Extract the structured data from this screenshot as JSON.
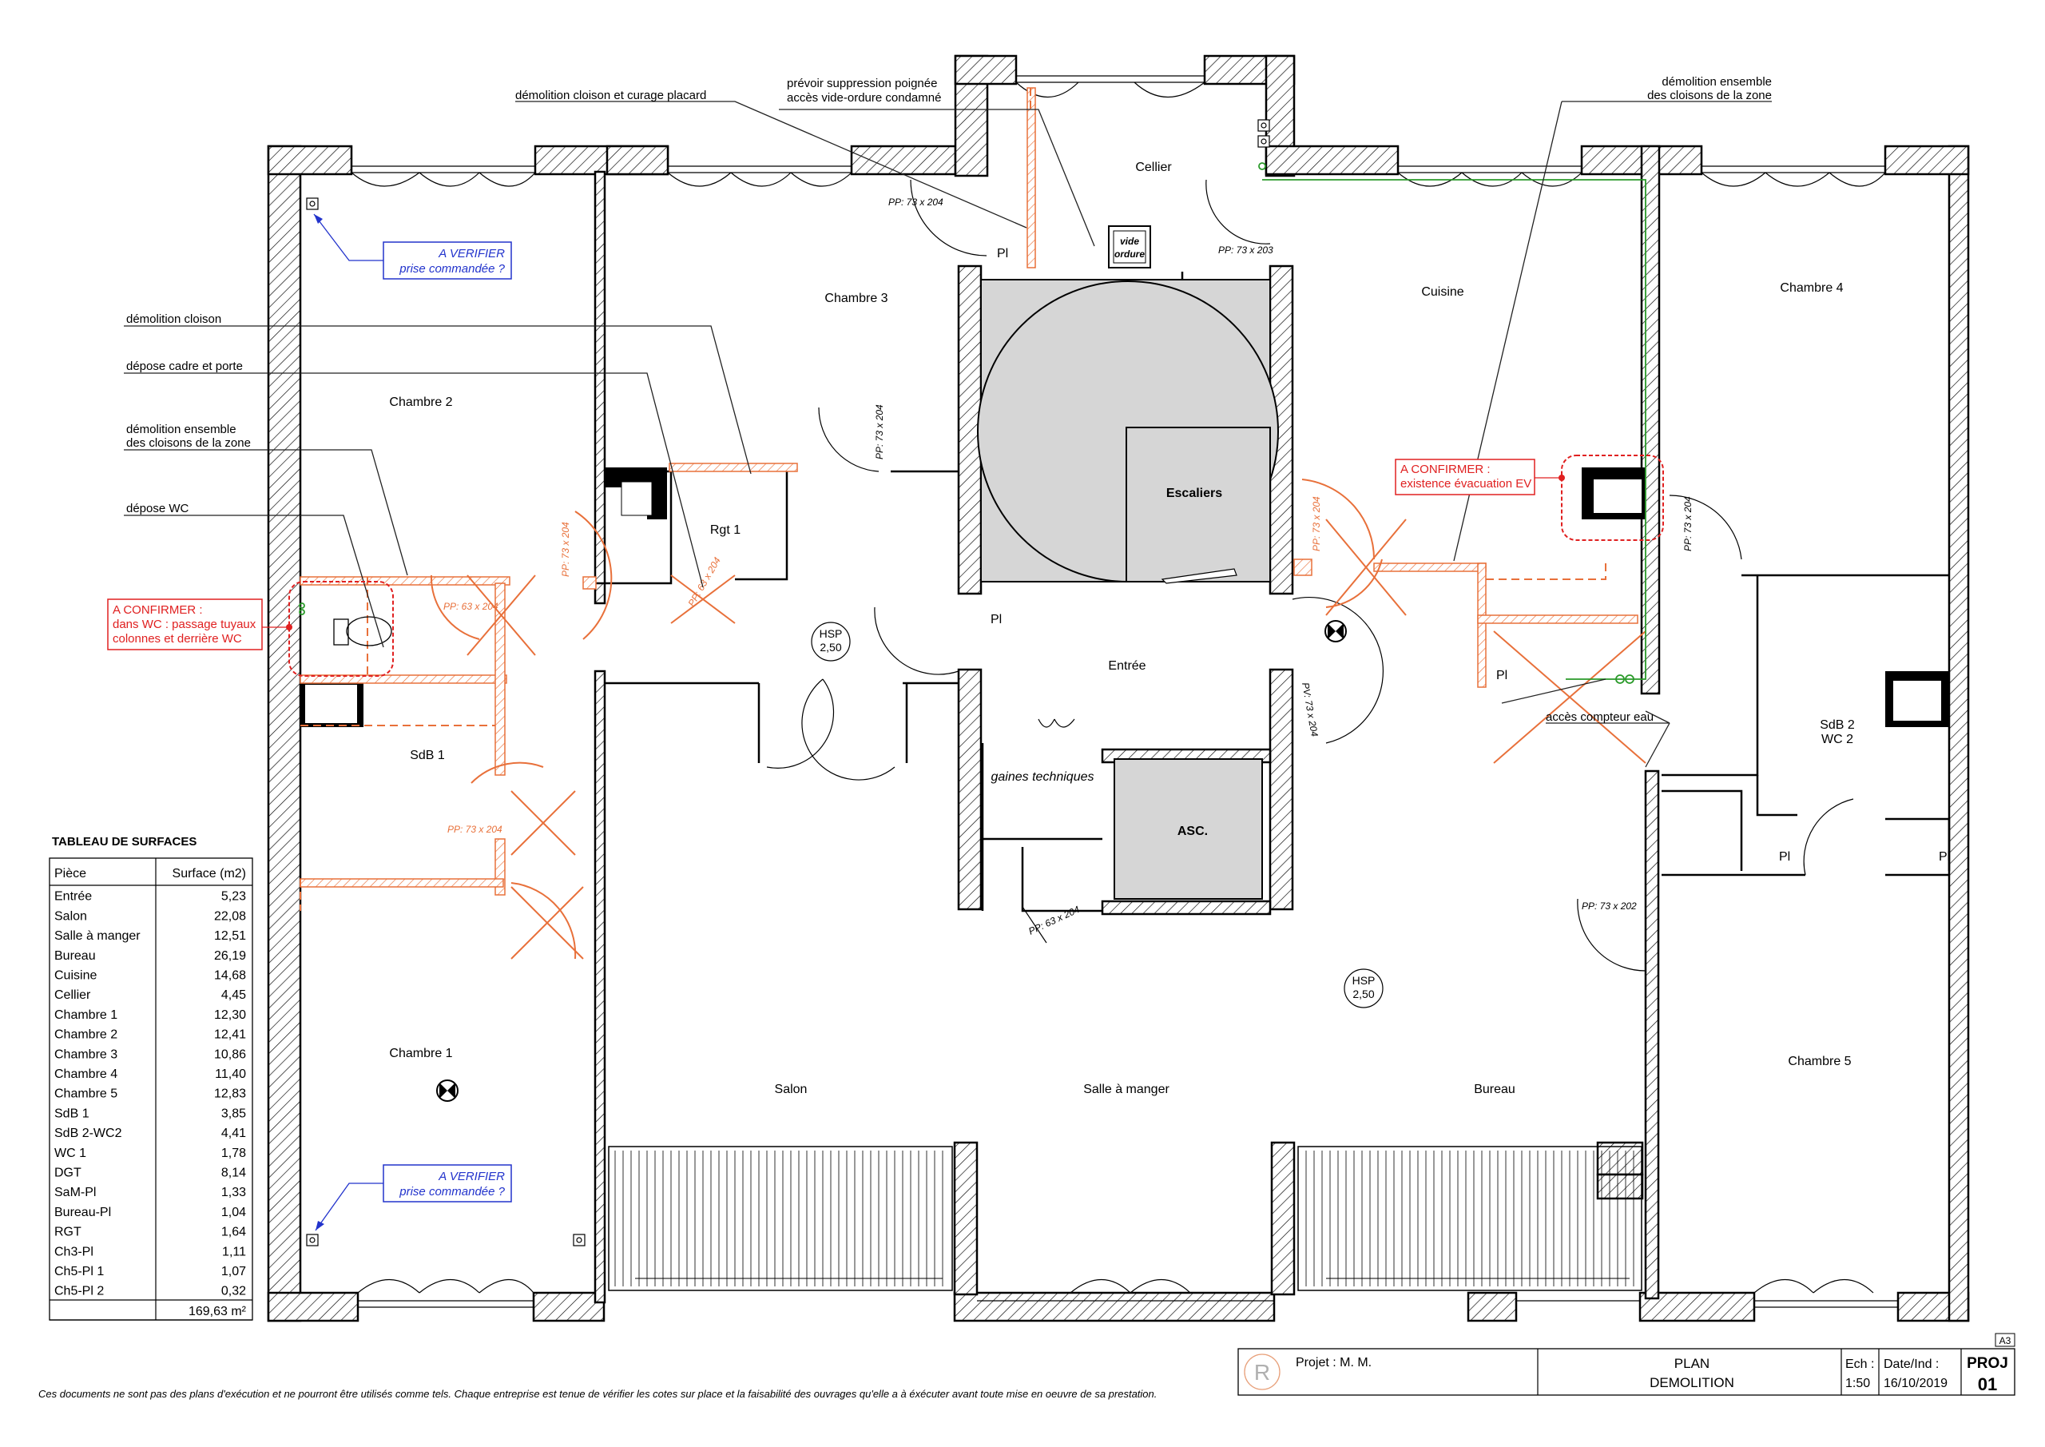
{
  "rooms": {
    "cellier": "Cellier",
    "chambre3": "Chambre 3",
    "cuisine": "Cuisine",
    "chambre4": "Chambre 4",
    "chambre2": "Chambre 2",
    "rgt1": "Rgt 1",
    "escaliers": "Escaliers",
    "entree": "Entrée",
    "sdb1": "SdB 1",
    "sdb2_line1": "SdB 2",
    "sdb2_line2": "WC 2",
    "gaines": "gaines techniques",
    "asc": "ASC.",
    "chambre1": "Chambre 1",
    "salon": "Salon",
    "salle_manger": "Salle à manger",
    "bureau": "Bureau",
    "chambre5": "Chambre 5",
    "vide_line1": "vide",
    "vide_line2": "ordure"
  },
  "hsp": [
    {
      "line1": "HSP",
      "line2": "2,50"
    },
    {
      "line1": "HSP",
      "line2": "2,50"
    }
  ],
  "pl_labels": [
    "Pl",
    "Pl",
    "Pl",
    "Pl",
    "Pl"
  ],
  "door_notes": {
    "d1": "PP: 73 x 204",
    "d2": "PP: 73 x 203",
    "d3": "PP: 73 x 204",
    "d4": "PP: 73 x 204",
    "d5": "PP: 63 x 204",
    "d6": "PV: 73 x 204",
    "d7": "PP: 63 x 204",
    "d8": "PP: 73 x 202",
    "d9": "PP: 63 x 204",
    "d10": "PP: 73 x 204",
    "d11": "PP: 73 x 204",
    "d12": "PP: 73 x 204"
  },
  "annotations": {
    "demol_placard": "démolition cloison et curage placard",
    "poignee_line1": "prévoir suppression poignée",
    "poignee_line2": "accès vide-ordure condamné",
    "demol_zone_r_line1": "démolition ensemble",
    "demol_zone_r_line2": "des cloisons de la zone",
    "demol_cloison": "démolition cloison",
    "depose_cadre": "dépose cadre et porte",
    "demol_zone_l_line1": "démolition ensemble",
    "demol_zone_l_line2": "des cloisons de la zone",
    "depose_wc": "dépose WC",
    "compteur": "accès compteur eau"
  },
  "callouts": {
    "verifier_top": {
      "line1": "A VERIFIER",
      "line2": "prise commandée ?"
    },
    "verifier_bottom": {
      "line1": "A VERIFIER",
      "line2": "prise commandée ?"
    },
    "confirm_wc": {
      "line1": "A CONFIRMER :",
      "line2": "dans WC : passage tuyaux",
      "line3": "colonnes et derrière WC"
    },
    "confirm_ev": {
      "line1": "A CONFIRMER :",
      "line2": "existence évacuation EV"
    }
  },
  "surfaces": {
    "title": "TABLEAU DE SURFACES",
    "header_piece": "Pièce",
    "header_surface": "Surface (m2)",
    "rows": [
      {
        "piece": "Entrée",
        "surface": "5,23"
      },
      {
        "piece": "Salon",
        "surface": "22,08"
      },
      {
        "piece": "Salle à manger",
        "surface": "12,51"
      },
      {
        "piece": "Bureau",
        "surface": "26,19"
      },
      {
        "piece": "Cuisine",
        "surface": "14,68"
      },
      {
        "piece": "Cellier",
        "surface": "4,45"
      },
      {
        "piece": "Chambre 1",
        "surface": "12,30"
      },
      {
        "piece": "Chambre 2",
        "surface": "12,41"
      },
      {
        "piece": "Chambre 3",
        "surface": "10,86"
      },
      {
        "piece": "Chambre 4",
        "surface": "11,40"
      },
      {
        "piece": "Chambre 5",
        "surface": "12,83"
      },
      {
        "piece": "SdB 1",
        "surface": "3,85"
      },
      {
        "piece": "SdB 2-WC2",
        "surface": "4,41"
      },
      {
        "piece": "WC 1",
        "surface": "1,78"
      },
      {
        "piece": "DGT",
        "surface": "8,14"
      },
      {
        "piece": "SaM-Pl",
        "surface": "1,33"
      },
      {
        "piece": "Bureau-Pl",
        "surface": "1,04"
      },
      {
        "piece": "RGT",
        "surface": "1,64"
      },
      {
        "piece": "Ch3-Pl",
        "surface": "1,11"
      },
      {
        "piece": "Ch5-Pl 1",
        "surface": "1,07"
      },
      {
        "piece": "Ch5-Pl 2",
        "surface": "0,32"
      }
    ],
    "total": "169,63 m²"
  },
  "cartouche": {
    "format": "A3",
    "projet": "Projet : M. M.",
    "plan_line1": "PLAN",
    "plan_line2": "DEMOLITION",
    "ech_label": "Ech :",
    "ech_value": "1:50",
    "date_label": "Date/Ind :",
    "date_value": "16/10/2019",
    "proj_label": "PROJ",
    "proj_value": "01",
    "logo": "R"
  },
  "disclaimer": "Ces documents ne sont pas des plans d'exécution et ne pourront être utilisés comme tels. Chaque entreprise est tenue de vérifier les cotes sur place et la faisabilité des ouvrages qu'elle a à éxécuter avant toute mise en oeuvre de sa prestation.",
  "colors": {
    "demolition": "#e8703a",
    "confirm": "#e02020",
    "verify": "#2233cc",
    "pipe": "#2a9a2a"
  }
}
